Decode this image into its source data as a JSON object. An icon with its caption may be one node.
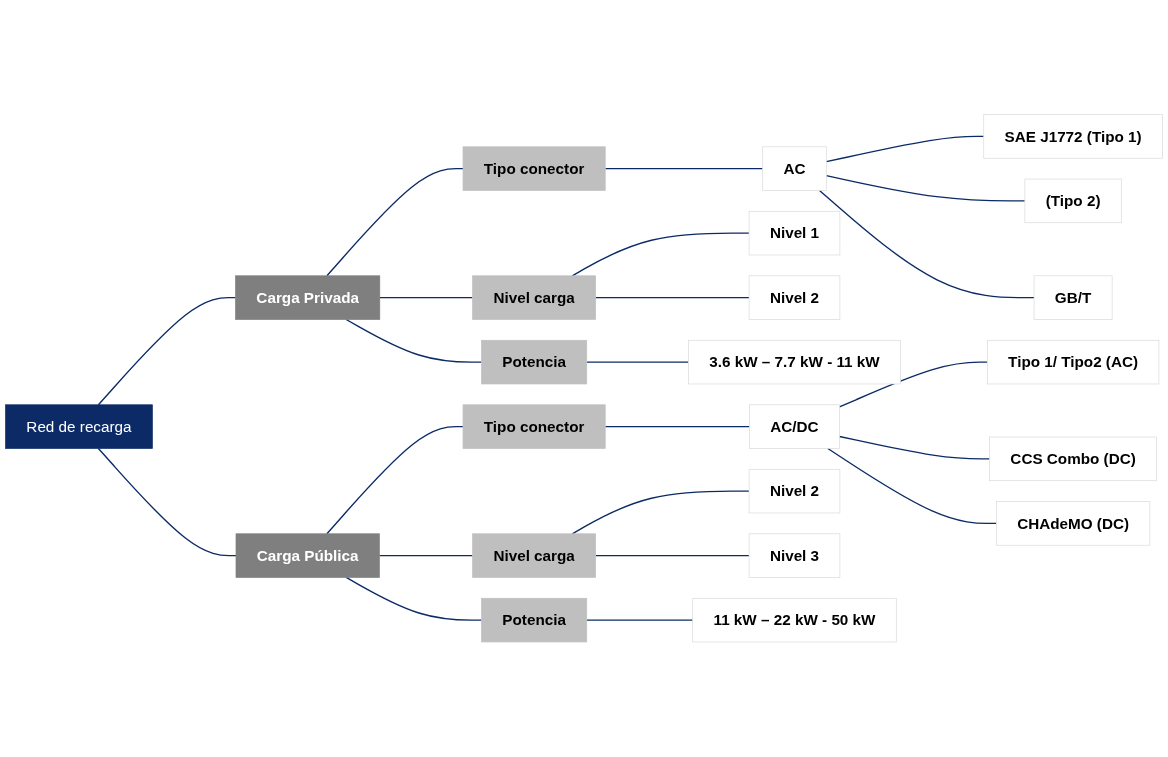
{
  "diagram": {
    "nodes": [
      {
        "text": [
          "Red de recarga"
        ]
      },
      {
        "text": [
          "Carga Privada"
        ]
      },
      {
        "text": [
          "Tipo conector"
        ]
      },
      {
        "text": [
          "AC"
        ]
      },
      {
        "text": [
          "SAE J1772 (Tipo 1)"
        ]
      },
      {
        "text": [
          "(Tipo 2)"
        ]
      },
      {
        "text": [
          "GB/T"
        ]
      },
      {
        "text": [
          "Nivel carga"
        ]
      },
      {
        "text": [
          "Nivel 1"
        ]
      },
      {
        "text": [
          "Nivel 2"
        ]
      },
      {
        "text": [
          "Potencia"
        ]
      },
      {
        "text": [
          "3.6 kW – 7.7 kW - 11 kW"
        ]
      },
      {
        "text": [
          "Carga Pública"
        ]
      },
      {
        "text": [
          "Tipo conector"
        ]
      },
      {
        "text": [
          "AC/DC"
        ]
      },
      {
        "text": [
          "Tipo 1/ Tipo2 (AC)"
        ]
      },
      {
        "text": [
          "CCS Combo (DC)"
        ]
      },
      {
        "text": [
          "CHAdeMO (DC)"
        ]
      },
      {
        "text": [
          "Nivel carga"
        ]
      },
      {
        "text": [
          "Nivel 2"
        ]
      },
      {
        "text": [
          "Nivel 3"
        ]
      },
      {
        "text": [
          "Potencia"
        ]
      },
      {
        "text": [
          "11 kW – 22 kW - 50 kW"
        ]
      }
    ],
    "edges": [
      {
        "from": 0,
        "to": 1,
        "arrow": "none"
      },
      {
        "from": 1,
        "to": 2,
        "arrow": "none"
      },
      {
        "from": 2,
        "to": 3,
        "arrow": "none"
      },
      {
        "from": 3,
        "to": 4,
        "arrow": "none"
      },
      {
        "from": 3,
        "to": 5,
        "arrow": "none"
      },
      {
        "from": 3,
        "to": 6,
        "arrow": "none"
      },
      {
        "from": 1,
        "to": 7,
        "arrow": "none"
      },
      {
        "from": 7,
        "to": 8,
        "arrow": "none"
      },
      {
        "from": 7,
        "to": 9,
        "arrow": "none"
      },
      {
        "from": 1,
        "to": 10,
        "arrow": "none"
      },
      {
        "from": 10,
        "to": 11,
        "arrow": "none"
      },
      {
        "from": 0,
        "to": 12,
        "arrow": "none"
      },
      {
        "from": 12,
        "to": 13,
        "arrow": "none"
      },
      {
        "from": 13,
        "to": 14,
        "arrow": "none"
      },
      {
        "from": 14,
        "to": 15,
        "arrow": "none"
      },
      {
        "from": 14,
        "to": 16,
        "arrow": "none"
      },
      {
        "from": 14,
        "to": 17,
        "arrow": "none"
      },
      {
        "from": 12,
        "to": 18,
        "arrow": "none"
      },
      {
        "from": 18,
        "to": 19,
        "arrow": "none"
      },
      {
        "from": 18,
        "to": 20,
        "arrow": "none"
      },
      {
        "from": 12,
        "to": 21,
        "arrow": "none"
      },
      {
        "from": 21,
        "to": 22,
        "arrow": "none"
      }
    ]
  }
}
